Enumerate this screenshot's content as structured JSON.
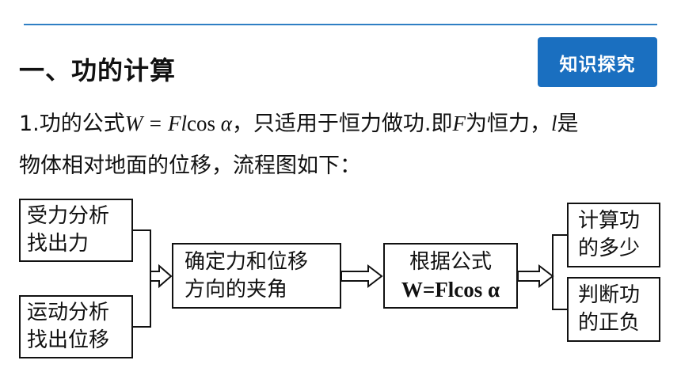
{
  "header": {
    "title": "一、功的计算",
    "badge": "知识探究"
  },
  "paragraph": {
    "line1_a": "1.功的公式",
    "line1_formula": "W = Fl",
    "line1_cos": "cos ",
    "line1_alpha": "α",
    "line1_b": "，只适用于恒力做功.即",
    "line1_F": "F",
    "line1_c": "为恒力，",
    "line1_l": "l",
    "line1_d": "是",
    "line2": "物体相对地面的位移，流程图如下："
  },
  "flowchart": {
    "force_analysis": [
      "受力分析",
      "找出力"
    ],
    "motion_analysis": [
      "运动分析",
      "找出位移"
    ],
    "angle": [
      "确定力和位移",
      "方向的夹角"
    ],
    "formula": [
      "根据公式",
      "W=Flcos α"
    ],
    "amount": [
      "计算功",
      "的多少"
    ],
    "sign": [
      "判断功",
      "的正负"
    ]
  }
}
